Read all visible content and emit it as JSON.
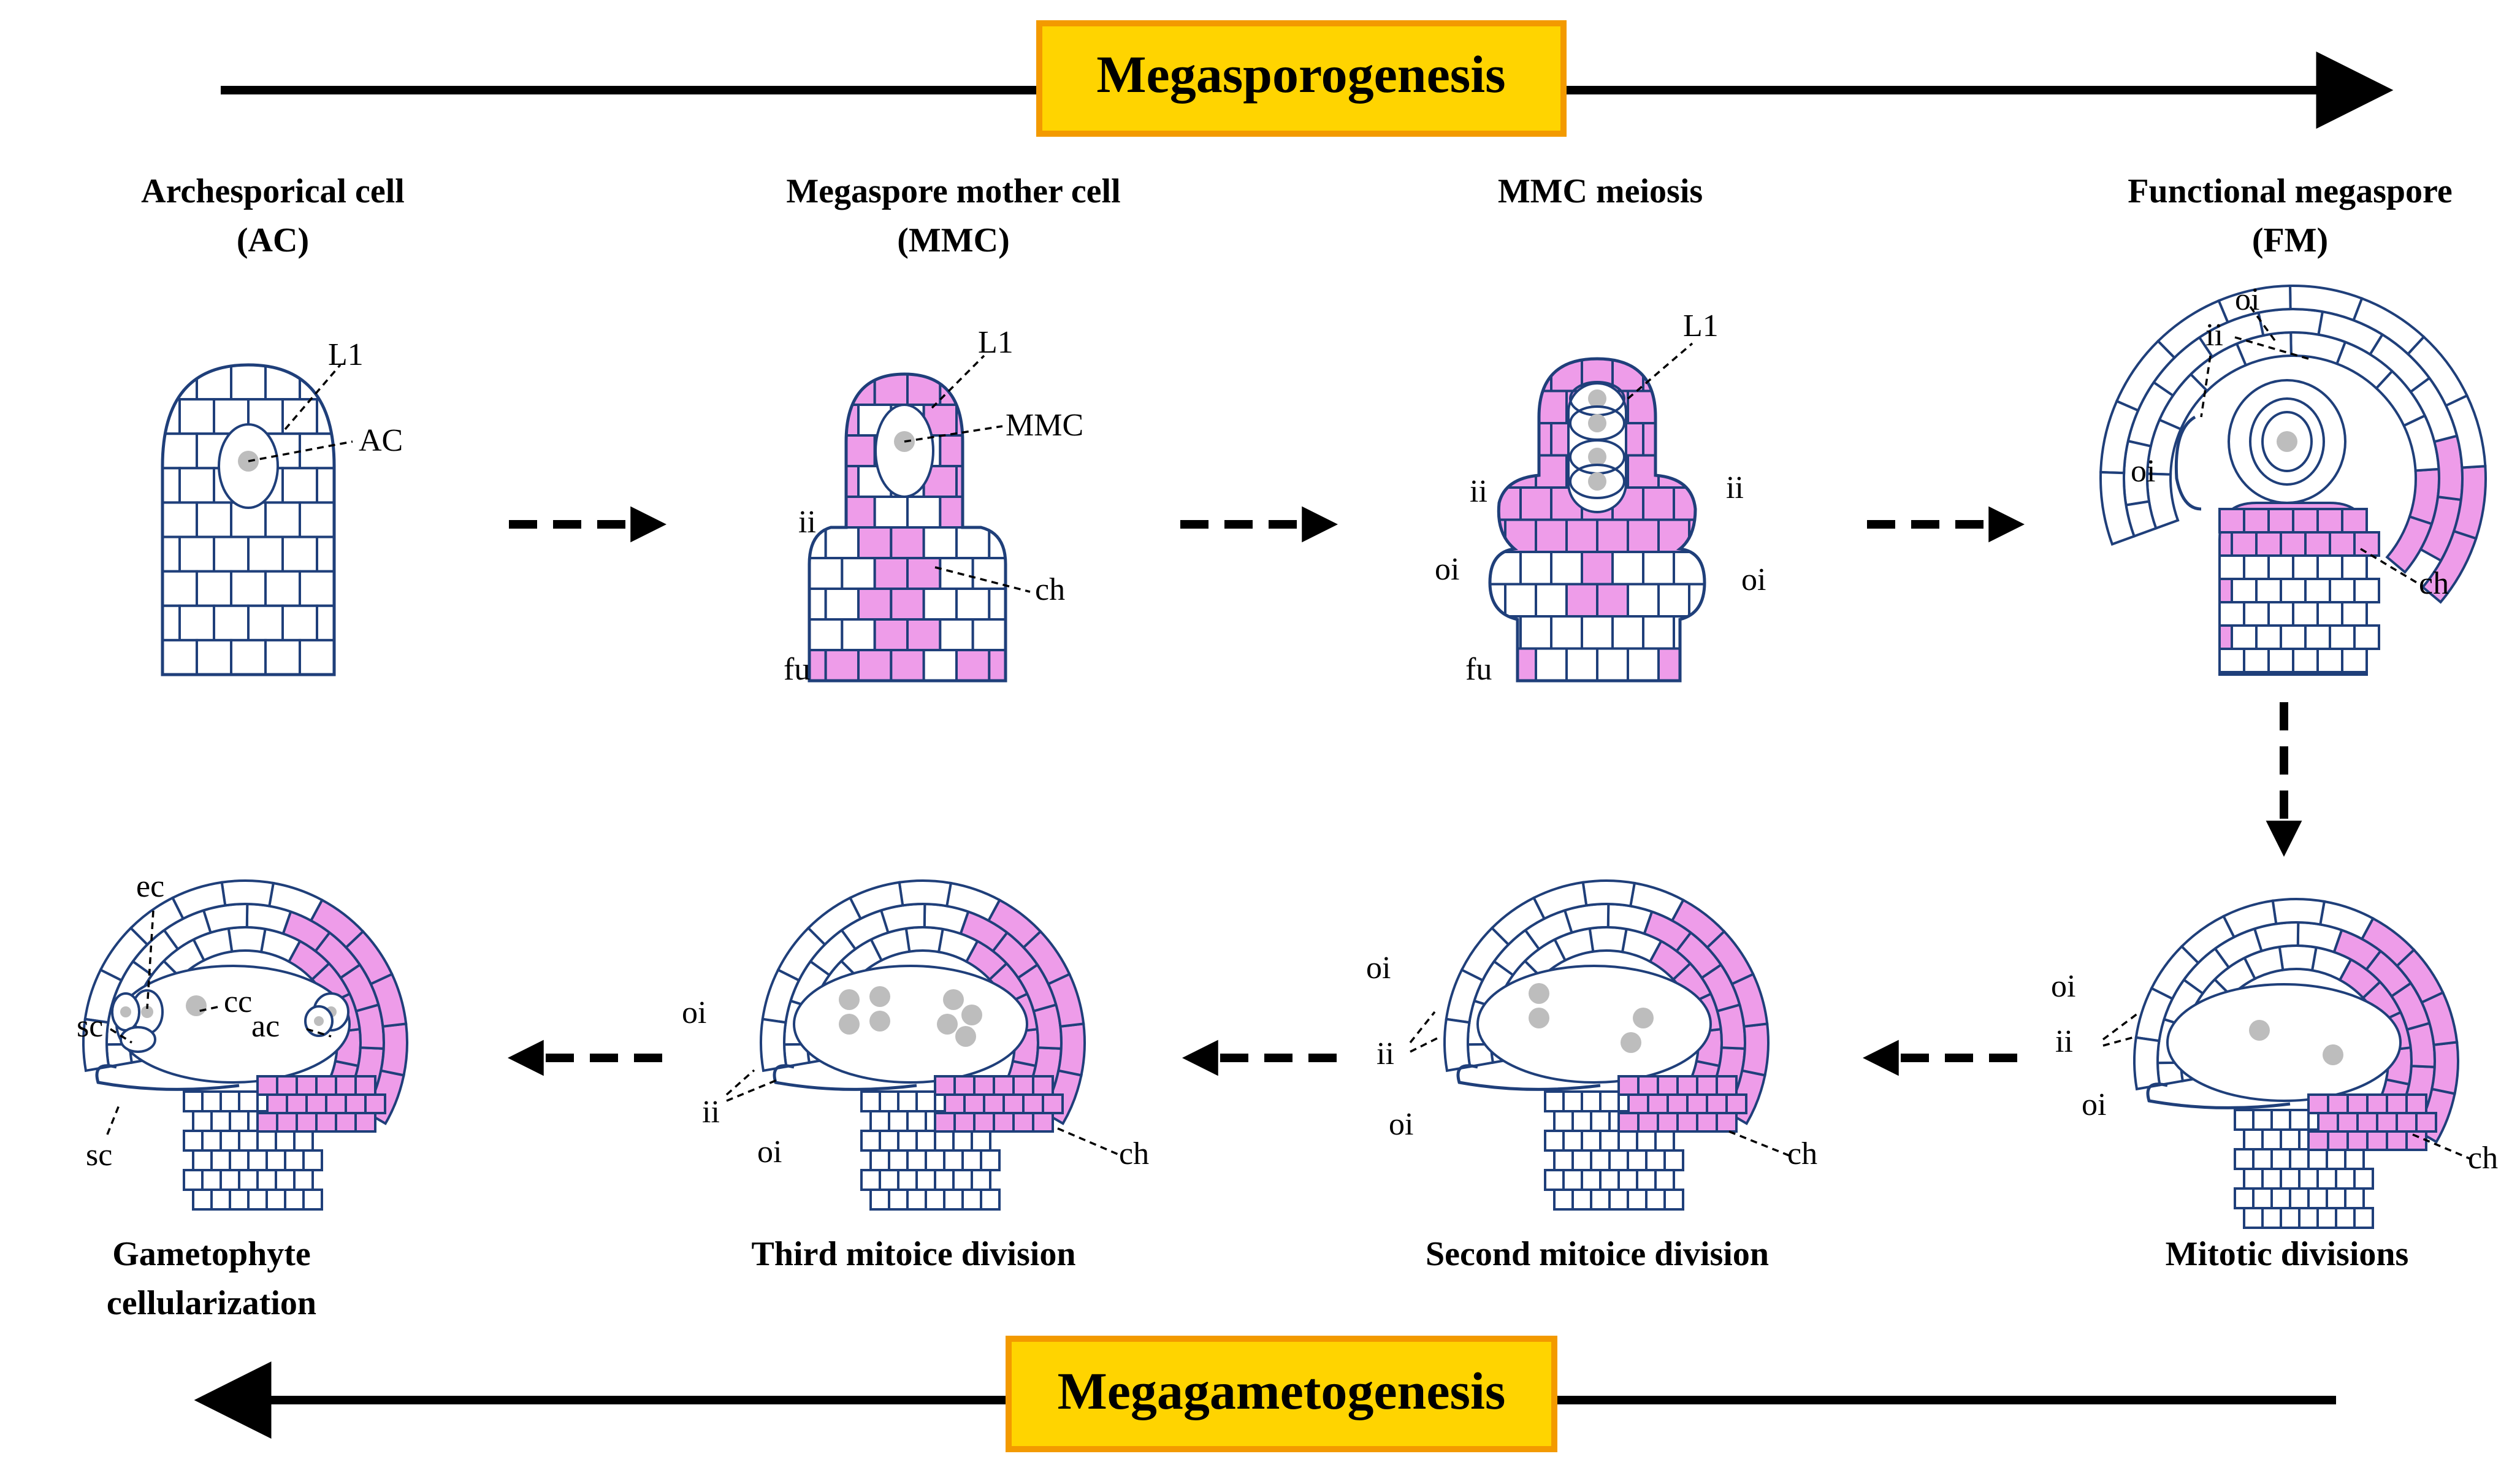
{
  "colors": {
    "tissue_pink": "#ee9ce9",
    "cell_white": "#ffffff",
    "cell_line": "#1f3f7a",
    "nucleus": "#bdbdbd",
    "banner_fill": "#ffd400",
    "banner_border": "#f39a00"
  },
  "banners": {
    "top": "Megasporogenesis",
    "bottom": "Megagametogenesis"
  },
  "stages": {
    "ac": {
      "title_line1": "Archesporical cell",
      "title_line2": "(AC)",
      "labels": {
        "l1": "L1",
        "ac": "AC"
      }
    },
    "mmc": {
      "title_line1": "Megaspore mother cell",
      "title_line2": "(MMC)",
      "labels": {
        "l1": "L1",
        "mmc": "MMC",
        "ii": "ii",
        "ch": "ch",
        "fu": "fu"
      }
    },
    "meiosis": {
      "title_line1": "MMC meiosis",
      "labels": {
        "l1": "L1",
        "ii_left": "ii",
        "ii_right": "ii",
        "oi_left": "oi",
        "oi_right": "oi",
        "fu": "fu"
      }
    },
    "fm": {
      "title_line1": "Functional megaspore",
      "title_line2": "(FM)",
      "labels": {
        "oi_top": "oi",
        "ii": "ii",
        "oi_left": "oi",
        "ch": "ch"
      }
    },
    "mitotic": {
      "title_line1": "Mitotic divisions",
      "labels": {
        "oi_top": "oi",
        "ii": "ii",
        "oi_bottom": "oi",
        "ch": "ch"
      }
    },
    "second": {
      "title_line1": "Second mitoice division",
      "labels": {
        "oi_top": "oi",
        "ii": "ii",
        "oi_bottom": "oi",
        "ch": "ch"
      }
    },
    "third": {
      "title_line1": "Third mitoice division",
      "labels": {
        "oi_top": "oi",
        "ii": "ii",
        "oi_bottom": "oi",
        "ch": "ch"
      }
    },
    "gametophyte": {
      "title_line1": "Gametophyte",
      "title_line2": "cellularization",
      "labels": {
        "ec": "ec",
        "cc": "cc",
        "sc_top": "sc",
        "ac": "ac",
        "sc_bottom": "sc"
      }
    }
  }
}
